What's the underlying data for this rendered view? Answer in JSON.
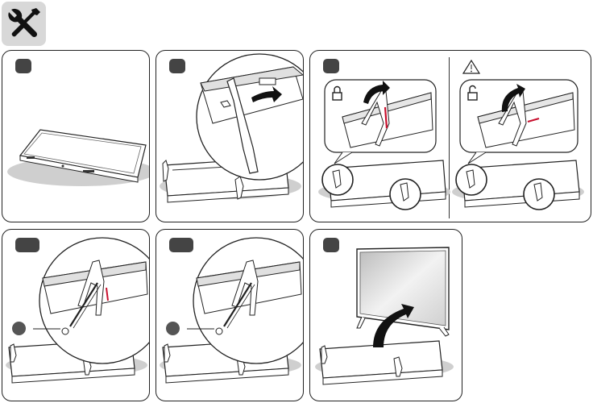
{
  "header": {
    "icon": "tools-icon"
  },
  "colors": {
    "tv_floor_shadow": "#cfcfcf",
    "accent_red": "#c8102e",
    "badge": "#444444",
    "tools_bg": "#d8d8d8"
  },
  "steps": [
    {
      "id": 1,
      "icon": "tv-facedown"
    },
    {
      "id": 2,
      "icon": "insert-stand"
    },
    {
      "id": 3,
      "icons": [
        "lock-icon",
        "unlock-icon",
        "warning-icon"
      ]
    },
    {
      "id": 4,
      "icon": "screw-stand"
    },
    {
      "id": 5,
      "icon": "screw-stand-alt"
    },
    {
      "id": 6,
      "icon": "stand-up-tv"
    }
  ]
}
